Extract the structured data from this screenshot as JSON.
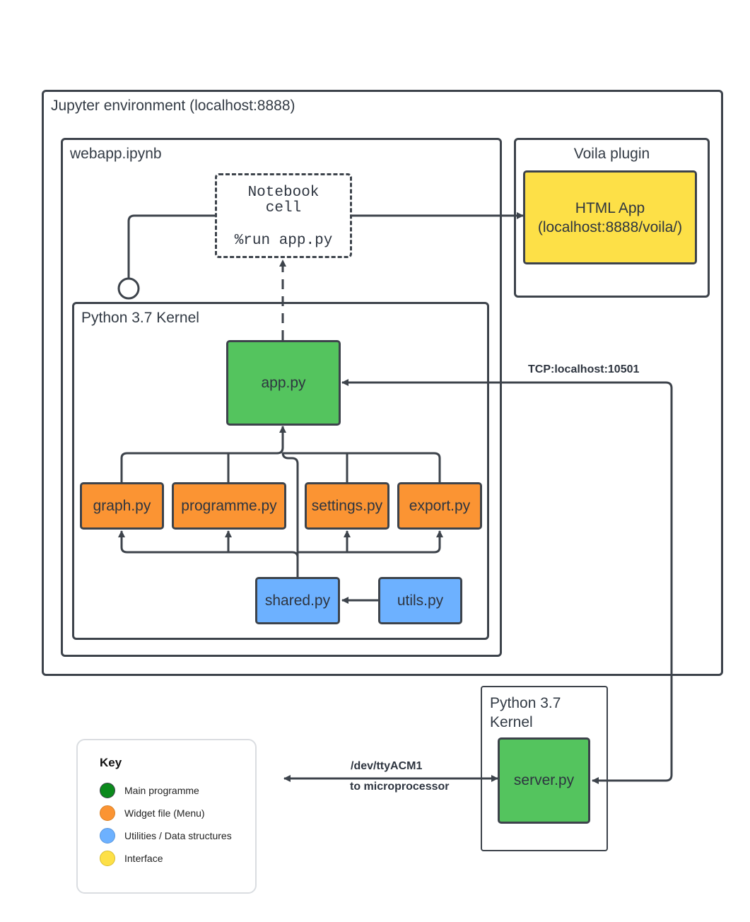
{
  "containers": {
    "jupyter": "Jupyter environment (localhost:8888)",
    "webapp": "webapp.ipynb",
    "voila": "Voila plugin",
    "kernel": "Python 3.7 Kernel",
    "server_kernel_line1": "Python 3.7",
    "server_kernel_line2": "Kernel"
  },
  "nodes": {
    "notebook_cell_line1": "Notebook",
    "notebook_cell_line2": "cell",
    "notebook_cell_cmd": "%run app.py",
    "html_app_line1": "HTML App",
    "html_app_line2": "(localhost:8888/voila/)",
    "app": "app.py",
    "graph": "graph.py",
    "programme": "programme.py",
    "settings": "settings.py",
    "export": "export.py",
    "shared": "shared.py",
    "utils": "utils.py",
    "server": "server.py"
  },
  "edges": {
    "tcp": "TCP:localhost:10501",
    "serial_line1": "/dev/ttyACM1",
    "serial_line2": "to microprocessor"
  },
  "key": {
    "title": "Key",
    "items": [
      {
        "label": "Main programme",
        "color": "#0b8a1c"
      },
      {
        "label": "Widget file (Menu)",
        "color": "#fb9433"
      },
      {
        "label": "Utilities / Data structures",
        "color": "#6db1ff"
      },
      {
        "label": "Interface",
        "color": "#fde047"
      }
    ]
  },
  "colors": {
    "main": "#54c45e",
    "widget": "#fb9433",
    "utility": "#6db1ff",
    "interface": "#fde047",
    "line": "#3d434b"
  }
}
